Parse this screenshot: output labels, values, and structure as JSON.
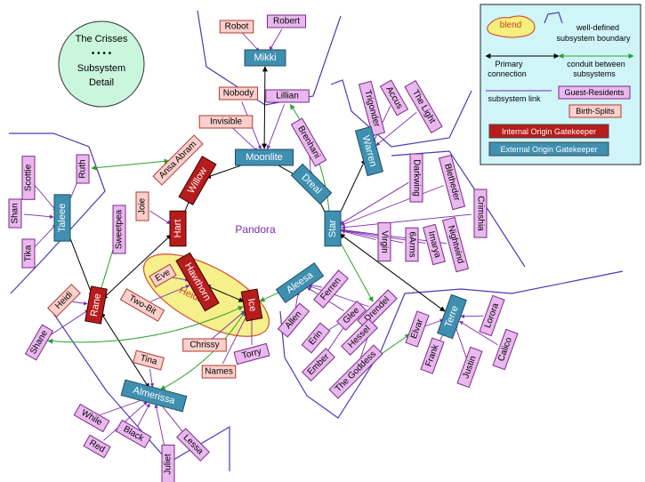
{
  "title_lines": [
    "The Crisses",
    "• • • •",
    "Subsystem",
    "Detail"
  ],
  "center_label": "Pandora",
  "blend_label": "Heidi",
  "colors": {
    "guest_fill": "#e9b8ee",
    "guest_stroke": "#7a2a86",
    "birth_fill": "#fbd0cc",
    "birth_stroke": "#b03a30",
    "internal_fill": "#b71c1c",
    "external_fill": "#3f8fb0",
    "blend_fill": "#f4ef7e",
    "blend_stroke": "#d23c1c",
    "primary": "#000000",
    "conduit": "#2aa12a",
    "subsystem": "#7b2ab0",
    "boundary": "#4a3ab8",
    "legend_bg": "#cff5f9",
    "title_bg": "#c9f6dd",
    "center_text": "#7b2ab0"
  },
  "legend": {
    "blend": "blend",
    "boundary_line1": "well-defined",
    "boundary_line2": "subsystem boundary",
    "primary_line1": "Primary",
    "primary_line2": "connection",
    "conduit_line1": "conduit between",
    "conduit_line2": "subsystems",
    "subsystem_link": "subsystem link",
    "guest": "Guest-Residents",
    "birth": "Birth-Splits",
    "internal": "Internal Origin Gatekeeper",
    "external": "External Origin Gatekeeper"
  },
  "nodes": [
    {
      "id": "Robot",
      "label": "Robot",
      "type": "birth"
    },
    {
      "id": "Robert",
      "label": "Robert",
      "type": "guest"
    },
    {
      "id": "Mikki",
      "label": "Mikki",
      "type": "external"
    },
    {
      "id": "Nobody",
      "label": "Nobody",
      "type": "birth"
    },
    {
      "id": "Lillian",
      "label": "Lillian",
      "type": "guest"
    },
    {
      "id": "Invisible",
      "label": "Invisible",
      "type": "birth"
    },
    {
      "id": "Moonlite",
      "label": "Moonlite",
      "type": "external"
    },
    {
      "id": "Brenhani",
      "label": "Brenhani",
      "type": "guest"
    },
    {
      "id": "Dreal",
      "label": "Dreal",
      "type": "external"
    },
    {
      "id": "Trigonder",
      "label": "Trigonder",
      "type": "guest"
    },
    {
      "id": "Accus",
      "label": "Accus",
      "type": "guest"
    },
    {
      "id": "TheLight",
      "label": "The Light",
      "type": "guest"
    },
    {
      "id": "Warren",
      "label": "Warren",
      "type": "external"
    },
    {
      "id": "Star",
      "label": "Star",
      "type": "external"
    },
    {
      "id": "Darkwing",
      "label": "Darkwing",
      "type": "guest"
    },
    {
      "id": "Bletheder",
      "label": "Bletheder",
      "type": "guest"
    },
    {
      "id": "Crimshia",
      "label": "Crimshia",
      "type": "guest"
    },
    {
      "id": "Virgin",
      "label": "Virgin",
      "type": "guest"
    },
    {
      "id": "6Arms",
      "label": "6Arms",
      "type": "guest"
    },
    {
      "id": "Imarya",
      "label": "Imarya",
      "type": "guest"
    },
    {
      "id": "Nightwind",
      "label": "Nightwind",
      "type": "guest"
    },
    {
      "id": "AnsaAbram",
      "label": "Ansa Abram",
      "type": "birth"
    },
    {
      "id": "Willow",
      "label": "Willow",
      "type": "internal"
    },
    {
      "id": "Ruth",
      "label": "Ruth",
      "type": "guest"
    },
    {
      "id": "Scottie",
      "label": "Scottie",
      "type": "guest"
    },
    {
      "id": "Shan",
      "label": "Shan",
      "type": "guest"
    },
    {
      "id": "Tika",
      "label": "Tika",
      "type": "guest"
    },
    {
      "id": "Taleee",
      "label": "Taleee",
      "type": "external"
    },
    {
      "id": "Joie",
      "label": "Joie",
      "type": "birth"
    },
    {
      "id": "Sweetpea",
      "label": "Sweetpea",
      "type": "guest"
    },
    {
      "id": "Hart",
      "label": "Hart",
      "type": "internal"
    },
    {
      "id": "Hawthorn",
      "label": "Hawthorn",
      "type": "internal"
    },
    {
      "id": "Eve",
      "label": "Eve",
      "type": "birth"
    },
    {
      "id": "TwoBit",
      "label": "Two-Bit",
      "type": "birth"
    },
    {
      "id": "Ice",
      "label": "Ice",
      "type": "internal"
    },
    {
      "id": "Rane",
      "label": "Rane",
      "type": "internal"
    },
    {
      "id": "Heidi",
      "label": "Heidi",
      "type": "birth"
    },
    {
      "id": "Shane",
      "label": "Shane",
      "type": "guest"
    },
    {
      "id": "Chrissy",
      "label": "Chrissy",
      "type": "birth"
    },
    {
      "id": "Torry",
      "label": "Torry",
      "type": "guest"
    },
    {
      "id": "Names",
      "label": "Names",
      "type": "birth"
    },
    {
      "id": "Aleesa",
      "label": "Aleesa",
      "type": "external"
    },
    {
      "id": "Ferren",
      "label": "Ferren",
      "type": "guest"
    },
    {
      "id": "Allen",
      "label": "Allen",
      "type": "guest"
    },
    {
      "id": "Glee",
      "label": "Glee",
      "type": "guest"
    },
    {
      "id": "Drendel",
      "label": "Drendel",
      "type": "guest"
    },
    {
      "id": "Erin",
      "label": "Erin",
      "type": "guest"
    },
    {
      "id": "Hessel",
      "label": "Hessel",
      "type": "guest"
    },
    {
      "id": "Ember",
      "label": "Ember",
      "type": "guest"
    },
    {
      "id": "TheGoddess",
      "label": "The Goddess",
      "type": "guest"
    },
    {
      "id": "Elvar",
      "label": "Elvar",
      "type": "guest"
    },
    {
      "id": "Terre",
      "label": "Terre",
      "type": "external"
    },
    {
      "id": "Lorora",
      "label": "Lorora",
      "type": "guest"
    },
    {
      "id": "Frank",
      "label": "Frank",
      "type": "guest"
    },
    {
      "id": "Calico",
      "label": "Calico",
      "type": "guest"
    },
    {
      "id": "Justin",
      "label": "Justin",
      "type": "guest"
    },
    {
      "id": "Tina",
      "label": "Tina",
      "type": "birth"
    },
    {
      "id": "Almerissa",
      "label": "Almerissa",
      "type": "external"
    },
    {
      "id": "While",
      "label": "While",
      "type": "guest"
    },
    {
      "id": "Black",
      "label": "Black",
      "type": "guest"
    },
    {
      "id": "Red",
      "label": "Red",
      "type": "guest"
    },
    {
      "id": "Lessa",
      "label": "Lessa",
      "type": "guest"
    },
    {
      "id": "Juliet",
      "label": "Juliet",
      "type": "guest"
    }
  ],
  "edges": [
    {
      "from": "Mikki",
      "to": "Moonlite",
      "kind": "primary"
    },
    {
      "from": "Moonlite",
      "to": "Dreal",
      "kind": "primary"
    },
    {
      "from": "Dreal",
      "to": "Star",
      "kind": "primary"
    },
    {
      "from": "Star",
      "to": "Warren",
      "kind": "primary"
    },
    {
      "from": "Star",
      "to": "Terre",
      "kind": "primary"
    },
    {
      "from": "Moonlite",
      "to": "Willow",
      "kind": "primary"
    },
    {
      "from": "Willow",
      "to": "Hart",
      "kind": "primary"
    },
    {
      "from": "Hart",
      "to": "Rane",
      "kind": "primary"
    },
    {
      "from": "Taleee",
      "to": "Rane",
      "kind": "primary"
    },
    {
      "from": "Rane",
      "to": "Almerissa",
      "kind": "primary"
    },
    {
      "from": "Hawthorn",
      "to": "Ice",
      "kind": "primary"
    },
    {
      "from": "Ice",
      "to": "Almerissa",
      "kind": "conduit"
    },
    {
      "from": "Ruth",
      "to": "AnsaAbram",
      "kind": "conduit"
    },
    {
      "from": "Lillian",
      "to": "Star",
      "kind": "conduit"
    },
    {
      "from": "Star",
      "to": "Drendel",
      "kind": "conduit"
    },
    {
      "from": "Aleesa",
      "to": "Ice",
      "kind": "conduit"
    },
    {
      "from": "Sweetpea",
      "to": "Rane",
      "kind": "conduit"
    },
    {
      "from": "Ice",
      "to": "Shane",
      "kind": "conduit"
    },
    {
      "from": "Elvar",
      "to": "TheGoddess",
      "kind": "conduit"
    },
    {
      "from": "Robot",
      "to": "Mikki",
      "kind": "subsystem"
    },
    {
      "from": "Robert",
      "to": "Mikki",
      "kind": "subsystem"
    },
    {
      "from": "Nobody",
      "to": "Moonlite",
      "kind": "subsystem"
    },
    {
      "from": "Invisible",
      "to": "Moonlite",
      "kind": "subsystem"
    },
    {
      "from": "Lillian",
      "to": "Moonlite",
      "kind": "subsystem"
    },
    {
      "from": "Brenhani",
      "to": "Dreal",
      "kind": "subsystem"
    },
    {
      "from": "Trigonder",
      "to": "Warren",
      "kind": "subsystem"
    },
    {
      "from": "Accus",
      "to": "Warren",
      "kind": "subsystem"
    },
    {
      "from": "TheLight",
      "to": "Warren",
      "kind": "subsystem"
    },
    {
      "from": "Darkwing",
      "to": "Star",
      "kind": "subsystem"
    },
    {
      "from": "Bletheder",
      "to": "Star",
      "kind": "subsystem"
    },
    {
      "from": "Crimshia",
      "to": "Star",
      "kind": "subsystem"
    },
    {
      "from": "Virgin",
      "to": "Star",
      "kind": "subsystem"
    },
    {
      "from": "6Arms",
      "to": "Star",
      "kind": "subsystem"
    },
    {
      "from": "Imarya",
      "to": "Star",
      "kind": "subsystem"
    },
    {
      "from": "Nightwind",
      "to": "Star",
      "kind": "subsystem"
    },
    {
      "from": "Ruth",
      "to": "Taleee",
      "kind": "subsystem"
    },
    {
      "from": "Scottie",
      "to": "Taleee",
      "kind": "subsystem"
    },
    {
      "from": "Shan",
      "to": "Taleee",
      "kind": "subsystem"
    },
    {
      "from": "Tika",
      "to": "Taleee",
      "kind": "subsystem"
    },
    {
      "from": "Joie",
      "to": "Hart",
      "kind": "subsystem"
    },
    {
      "from": "Eve",
      "to": "Hawthorn",
      "kind": "subsystem"
    },
    {
      "from": "TwoBit",
      "to": "Hawthorn",
      "kind": "subsystem"
    },
    {
      "from": "Heidi",
      "to": "Rane",
      "kind": "subsystem"
    },
    {
      "from": "Shane",
      "to": "Rane",
      "kind": "subsystem"
    },
    {
      "from": "Chrissy",
      "to": "Ice",
      "kind": "subsystem"
    },
    {
      "from": "Torry",
      "to": "Ice",
      "kind": "subsystem"
    },
    {
      "from": "Names",
      "to": "Ice",
      "kind": "subsystem"
    },
    {
      "from": "Ferren",
      "to": "Aleesa",
      "kind": "subsystem"
    },
    {
      "from": "Allen",
      "to": "Aleesa",
      "kind": "subsystem"
    },
    {
      "from": "Glee",
      "to": "Aleesa",
      "kind": "subsystem"
    },
    {
      "from": "Drendel",
      "to": "Aleesa",
      "kind": "subsystem"
    },
    {
      "from": "Erin",
      "to": "Glee",
      "kind": "subsystem"
    },
    {
      "from": "Hessel",
      "to": "Drendel",
      "kind": "subsystem"
    },
    {
      "from": "Ember",
      "to": "Glee",
      "kind": "subsystem"
    },
    {
      "from": "TheGoddess",
      "to": "Drendel",
      "kind": "subsystem"
    },
    {
      "from": "Elvar",
      "to": "Terre",
      "kind": "subsystem"
    },
    {
      "from": "Lorora",
      "to": "Terre",
      "kind": "subsystem"
    },
    {
      "from": "Frank",
      "to": "Terre",
      "kind": "subsystem"
    },
    {
      "from": "Calico",
      "to": "Terre",
      "kind": "subsystem"
    },
    {
      "from": "Justin",
      "to": "Terre",
      "kind": "subsystem"
    },
    {
      "from": "Tina",
      "to": "Almerissa",
      "kind": "subsystem"
    },
    {
      "from": "While",
      "to": "Almerissa",
      "kind": "subsystem"
    },
    {
      "from": "Black",
      "to": "Almerissa",
      "kind": "subsystem"
    },
    {
      "from": "Red",
      "to": "Almerissa",
      "kind": "subsystem"
    },
    {
      "from": "Lessa",
      "to": "Almerissa",
      "kind": "subsystem"
    },
    {
      "from": "Juliet",
      "to": "Almerissa",
      "kind": "subsystem"
    }
  ]
}
